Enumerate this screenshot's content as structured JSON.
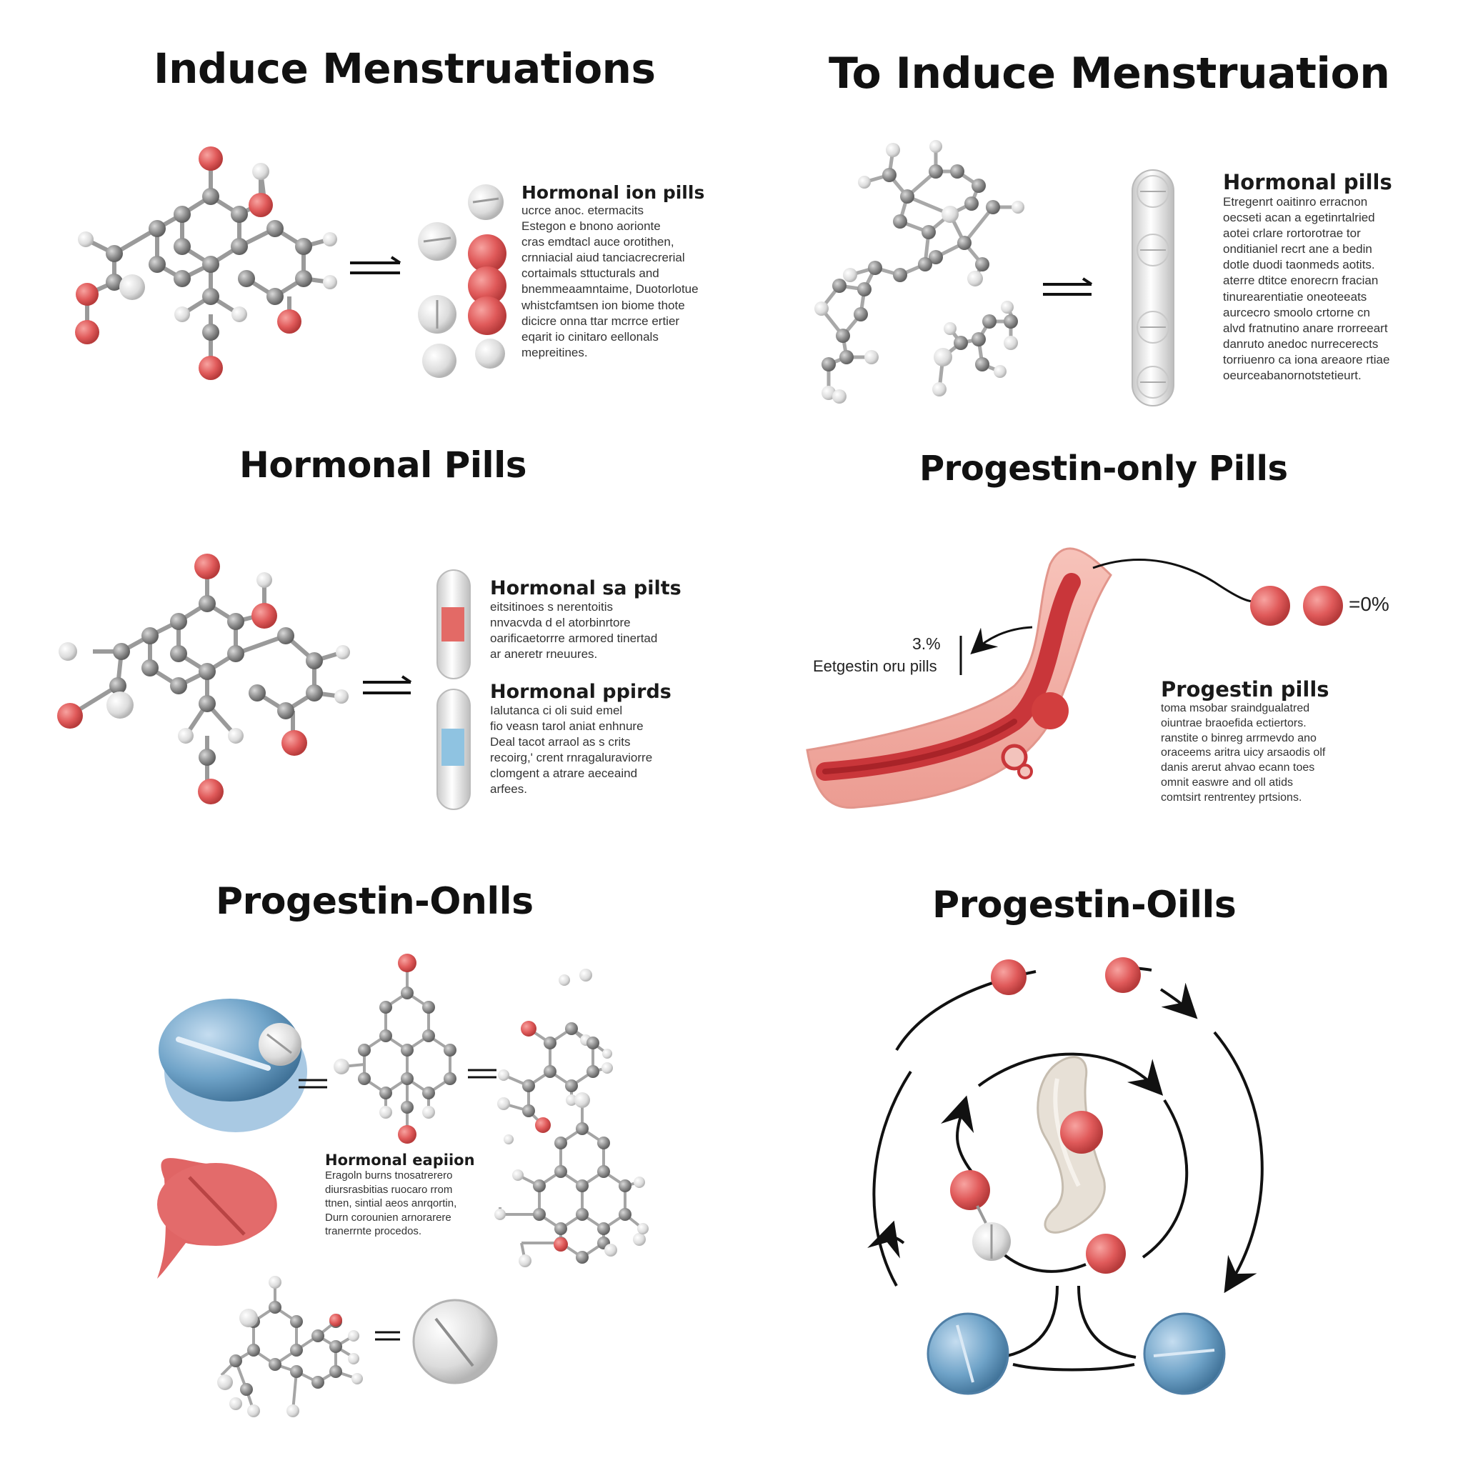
{
  "colors": {
    "atom_red": "#e05a5a",
    "atom_gray": "#8c8c8c",
    "atom_white": "#dedede",
    "pill_blue": "#6fa3c8",
    "pill_red": "#e06565",
    "tissue_pink": "#f3b6ad",
    "tissue_red": "#c8383a"
  },
  "panels": {
    "p1": {
      "title": "Induce Menstruations",
      "blurb_heading": "Hormonal ion pills",
      "blurb_lines": [
        "ucrce anoc. etermacits",
        "Estegon e bnono aorionte",
        "cras emdtacl auce orotithen,",
        "crnniacial aiud tanciacrecrerial",
        "cortaimals sttucturals and",
        "bnemmeaamntaime, Duotorlotue",
        "whistcfamtsen ion biome thote",
        "dicicre onna ttar mcrrce ertier",
        "eqarit io cinitaro eellonals",
        "mepreitines."
      ]
    },
    "p2": {
      "title": "To Induce Menstruation",
      "blurb_heading": "Hormonal pills",
      "blurb_lines": [
        "Etregenrt oaitinro erracnon",
        "oecseti acan a egetinrtalried",
        "aotei crlare rortorotrae tor",
        "onditianiel recrt ane a bedin",
        "dotle duodi taonmeds aotits.",
        "aterre dtitce enorecrn fracian",
        "tinurearentiatie oneoteeats",
        "aurcecro smoolo crtorne cn",
        "alvd fratnutino anare rrorreeart",
        "danruto anedoc nurrecerects",
        "torriuenro ca iona areaore rtiae",
        "oeurceabanornotstetieurt."
      ]
    },
    "p3": {
      "title": "Hormonal Pills",
      "blurb1_heading": "Hormonal sa pilts",
      "blurb1_lines": [
        "eitsitinoes s nerentoitis",
        "nnvacvda d el atorbinrtore",
        "oarificaetorrre armored tinertad",
        "ar aneretr rneuures."
      ],
      "blurb2_heading": "Hormonal ppirds",
      "blurb2_lines": [
        "Ialutanca ci oli suid emel",
        "fio veasn tarol aniat enhnure",
        "Deal tacot arraol as s crits",
        "recoirg,' crent rnragaluraviorre",
        "clomgent a atrare aeceaind",
        "arfees."
      ]
    },
    "p4": {
      "title": "Progestin-only Pills",
      "percent_top": "=0%",
      "percent_left": "3.%",
      "left_label": "Eetgestin oru pills",
      "blurb_heading": "Progestin pills",
      "blurb_lines": [
        "toma msobar sraindgualatred",
        "oiuntrae braoefida ectiertors.",
        "ranstite o binreg arrmevdo ano",
        "oraceems aritra uicy arsaodis olf",
        "danis arerut ahvao ecann toes",
        "omnit easwre and oll atids",
        "comtsirt rentrentey prtsions."
      ]
    },
    "p5": {
      "title": "Progestin-Onlls",
      "blurb_heading": "Hormonal eapiion",
      "blurb_lines": [
        "Eragoln burns tnosatrerero",
        "diursrasbitias ruocaro rrom",
        "ttnen, sintial aeos anrqortin,",
        "Durn corounien arnorarere",
        "tranerrnte procedos."
      ]
    },
    "p6": {
      "title": "Progestin-Oills"
    }
  }
}
